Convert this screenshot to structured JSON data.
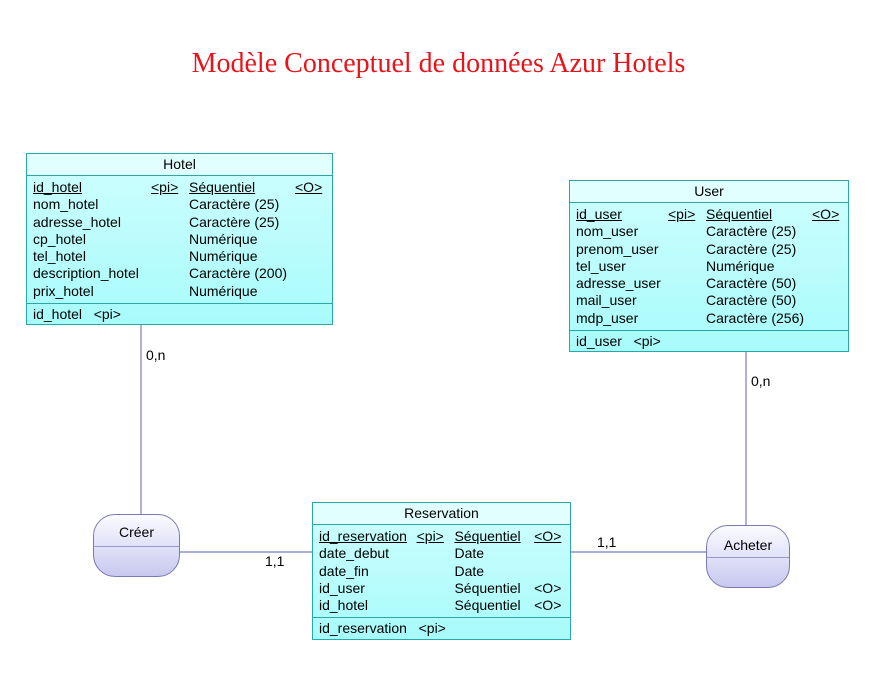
{
  "title": "Modèle Conceptuel de données Azur Hotels",
  "entities": {
    "hotel": {
      "name": "Hotel",
      "attributes": [
        {
          "name": "id_hotel",
          "key": "<pi>",
          "type": "Séquentiel",
          "opt": "<O>"
        },
        {
          "name": "nom_hotel",
          "key": "",
          "type": "Caractère (25)",
          "opt": ""
        },
        {
          "name": "adresse_hotel",
          "key": "",
          "type": "Caractère (25)",
          "opt": ""
        },
        {
          "name": "cp_hotel",
          "key": "",
          "type": "Numérique",
          "opt": ""
        },
        {
          "name": "tel_hotel",
          "key": "",
          "type": "Numérique",
          "opt": ""
        },
        {
          "name": "description_hotel",
          "key": "",
          "type": "Caractère (200)",
          "opt": ""
        },
        {
          "name": "prix_hotel",
          "key": "",
          "type": "Numérique",
          "opt": ""
        }
      ],
      "identifier": "id_hotel   <pi>"
    },
    "user": {
      "name": "User",
      "attributes": [
        {
          "name": "id_user",
          "key": "<pi>",
          "type": "Séquentiel",
          "opt": "<O>"
        },
        {
          "name": "nom_user",
          "key": "",
          "type": "Caractère (25)",
          "opt": ""
        },
        {
          "name": "prenom_user",
          "key": "",
          "type": "Caractère (25)",
          "opt": ""
        },
        {
          "name": "tel_user",
          "key": "",
          "type": "Numérique",
          "opt": ""
        },
        {
          "name": "adresse_user",
          "key": "",
          "type": "Caractère (50)",
          "opt": ""
        },
        {
          "name": "mail_user",
          "key": "",
          "type": "Caractère (50)",
          "opt": ""
        },
        {
          "name": "mdp_user",
          "key": "",
          "type": "Caractère (256)",
          "opt": ""
        }
      ],
      "identifier": "id_user   <pi>"
    },
    "reservation": {
      "name": "Reservation",
      "attributes": [
        {
          "name": "id_reservation",
          "key": "<pi>",
          "type": "Séquentiel",
          "opt": "<O>"
        },
        {
          "name": "date_debut",
          "key": "",
          "type": "Date",
          "opt": ""
        },
        {
          "name": "date_fin",
          "key": "",
          "type": "Date",
          "opt": ""
        },
        {
          "name": "id_user",
          "key": "",
          "type": "Séquentiel",
          "opt": "<O>"
        },
        {
          "name": "id_hotel",
          "key": "",
          "type": "Séquentiel",
          "opt": "<O>"
        }
      ],
      "identifier": "id_reservation   <pi>"
    }
  },
  "associations": {
    "creer": "Créer",
    "acheter": "Acheter"
  },
  "cardinalities": {
    "hotel_creer": "0,n",
    "creer_reservation": "1,1",
    "user_acheter": "0,n",
    "reservation_acheter": "1,1"
  }
}
